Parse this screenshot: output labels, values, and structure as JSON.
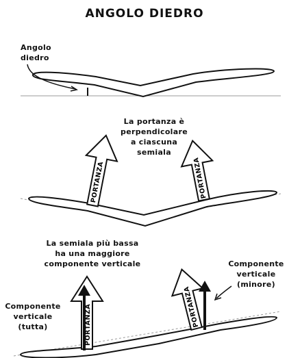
{
  "title": "ANGOLO DIEDRO",
  "panel1": {
    "angle_label": [
      "Angolo",
      "diedro"
    ]
  },
  "panel2": {
    "caption": [
      "La portanza è",
      "perpendicolare",
      "a ciascuna",
      "semiala"
    ],
    "arrow_left_text": "PORTANZA",
    "arrow_right_text": "PORTANZA"
  },
  "panel3": {
    "caption": [
      "La semiala più bassa",
      "ha una maggiore",
      "componente verticale"
    ],
    "left_component_label": [
      "Componente",
      "verticale",
      "(tutta)"
    ],
    "right_component_label": [
      "Componente",
      "verticale",
      "(minore)"
    ],
    "arrow_left_text": "PORTANZA",
    "arrow_right_text": "PORTANZA"
  }
}
